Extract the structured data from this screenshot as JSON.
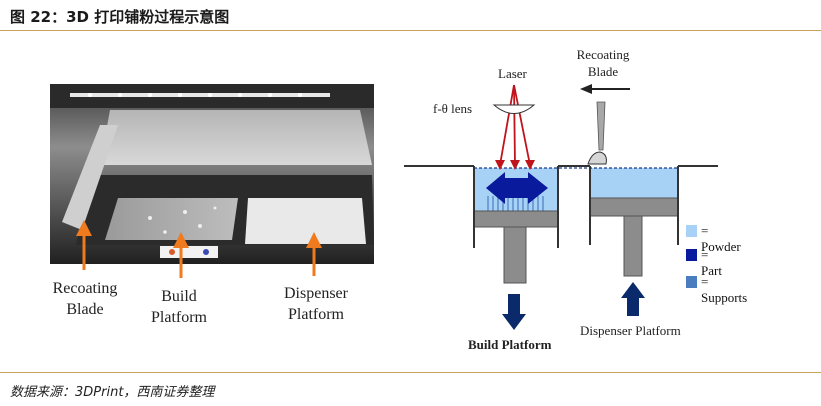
{
  "figure": {
    "title": "图 22：3D 打印铺粉过程示意图",
    "source": "数据来源：3DPrint，西南证券整理"
  },
  "photo": {
    "labels": {
      "recoating_blade": "Recoating Blade",
      "build_platform": "Build Platform",
      "dispenser_platform": "Dispenser Platform"
    }
  },
  "diagram": {
    "labels": {
      "laser": "Laser",
      "lens": "f-θ lens",
      "recoating_blade": "Recoating Blade",
      "build_platform": "Build Platform",
      "dispenser_platform": "Dispenser Platform"
    },
    "legend": [
      {
        "label": "= Powder",
        "color": "#a8d2f5"
      },
      {
        "label": "= Part",
        "color": "#0a1a9c"
      },
      {
        "label": "= Supports",
        "color": "#4a7cc0"
      }
    ],
    "colors": {
      "powder": "#a8d2f5",
      "part": "#0a1a9c",
      "supports": "#4a7cc0",
      "laser": "#c0141c",
      "arrow": "#0b2a6b",
      "metal": "#8c8c8c"
    }
  }
}
